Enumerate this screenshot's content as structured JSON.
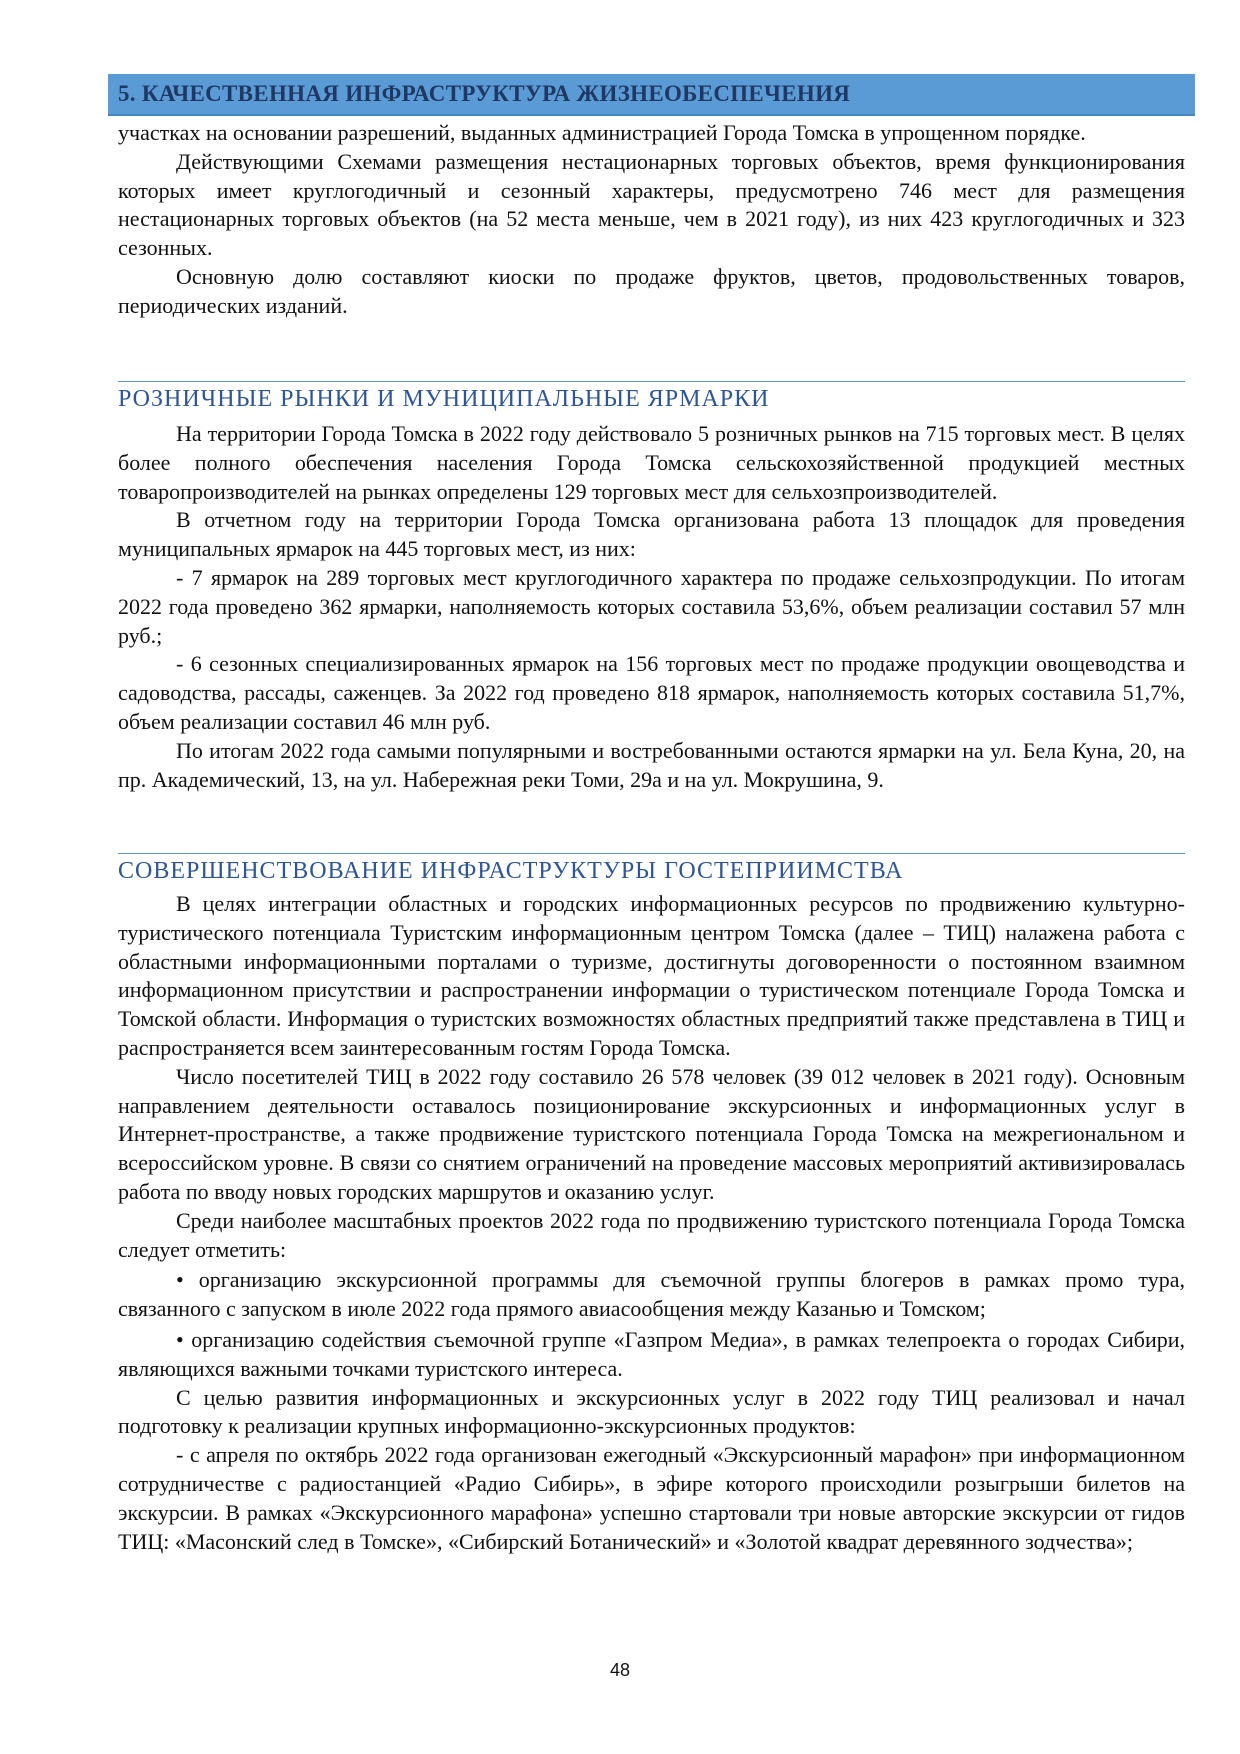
{
  "header": {
    "chapter_title": "5. КАЧЕСТВЕННАЯ ИНФРАСТРУКТУРА ЖИЗНЕОБЕСПЕЧЕНИЯ"
  },
  "intro": [
    "участках на основании разрешений, выданных администрацией Города Томска в упрощенном порядке.",
    "Действующими Схемами размещения нестационарных торговых объектов, время функционирования которых имеет круглогодичный и сезонный характеры, предусмотрено 746 мест для размещения нестационарных торговых объектов (на 52 места меньше, чем в 2021 году), из них 423 круглогодичных и 323 сезонных.",
    "Основную долю составляют киоски по продаже фруктов, цветов, продовольственных товаров, периодических изданий."
  ],
  "section1": {
    "title": "РОЗНИЧНЫЕ РЫНКИ И МУНИЦИПАЛЬНЫЕ ЯРМАРКИ",
    "paragraphs": [
      "На территории Города Томска в 2022 году действовало 5 розничных рынков на 715 торговых мест. В целях более полного обеспечения населения Города Томска сельскохозяйственной продукцией местных товаропроизводителей на рынках определены 129 торговых мест для сельхозпроизводителей.",
      "В отчетном году на территории Города Томска организована работа 13 площадок для проведения муниципальных ярмарок на 445 торговых мест, из них:",
      "- 7 ярмарок на 289 торговых мест круглогодичного характера по продаже сельхозпродукции. По итогам 2022 года проведено 362 ярмарки, наполняемость которых составила 53,6%, объем реализации составил 57 млн руб.;",
      "- 6 сезонных специализированных ярмарок на 156 торговых мест по продаже продукции овощеводства и садоводства, рассады, саженцев. За 2022 год проведено 818 ярмарок, наполняемость которых составила 51,7%, объем реализации составил 46 млн руб.",
      "По итогам 2022 года самыми популярными и востребованными остаются ярмарки на ул. Бела Куна, 20, на пр. Академический, 13, на ул. Набережная реки Томи, 29а и на ул. Мокрушина, 9."
    ]
  },
  "section2": {
    "title": "СОВЕРШЕНСТВОВАНИЕ ИНФРАСТРУКТУРЫ ГОСТЕПРИИМСТВА",
    "paragraphs": [
      "В целях интеграции областных и городских информационных ресурсов по продвижению культурно-туристического потенциала Туристским информационным центром Томска (далее – ТИЦ) налажена работа с областными информационными порталами о туризме, достигнуты договоренности о постоянном взаимном информационном присутствии и распространении информации о туристическом потенциале Города Томска и Томской области. Информация о туристских возможностях областных предприятий также представлена в ТИЦ и распространяется всем заинтересованным гостям Города Томска.",
      "Число посетителей ТИЦ в 2022 году составило 26 578 человек (39 012 человек в 2021 году). Основным направлением деятельности оставалось позиционирование экскурсионных и информационных услуг в Интернет-пространстве, а также продвижение туристского потенциала Города Томска на межрегиональном и всероссийском уровне. В связи со снятием ограничений на проведение массовых мероприятий активизировалась работа по вводу новых городских маршрутов и оказанию услуг.",
      "Среди наиболее масштабных проектов 2022 года по продвижению туристского потенциала Города Томска следует отметить:",
      "• организацию экскурсионной программы для съемочной группы блогеров в рамках промо тура, связанного с запуском в июле 2022 года прямого авиасообщения между Казанью и Томском;",
      "• организацию содействия съемочной группе «Газпром Медиа», в рамках телепроекта о городах Сибири, являющихся важными точками туристского интереса.",
      "С целью развития информационных и экскурсионных услуг в 2022 году ТИЦ реализовал и начал подготовку к реализации крупных информационно-экскурсионных продуктов:",
      "- с апреля по октябрь 2022 года организован ежегодный «Экскурсионный марафон» при информационном сотрудничестве с радиостанцией «Радио Сибирь», в эфире которого происходили розыгрыши билетов на экскурсии. В рамках «Экскурсионного марафона» успешно стартовали три новые авторские экскурсии от гидов ТИЦ: «Масонский след в Томске», «Сибирский Ботанический» и «Золотой квадрат деревянного зодчества»;"
    ]
  },
  "footer": {
    "page_number": "48"
  }
}
